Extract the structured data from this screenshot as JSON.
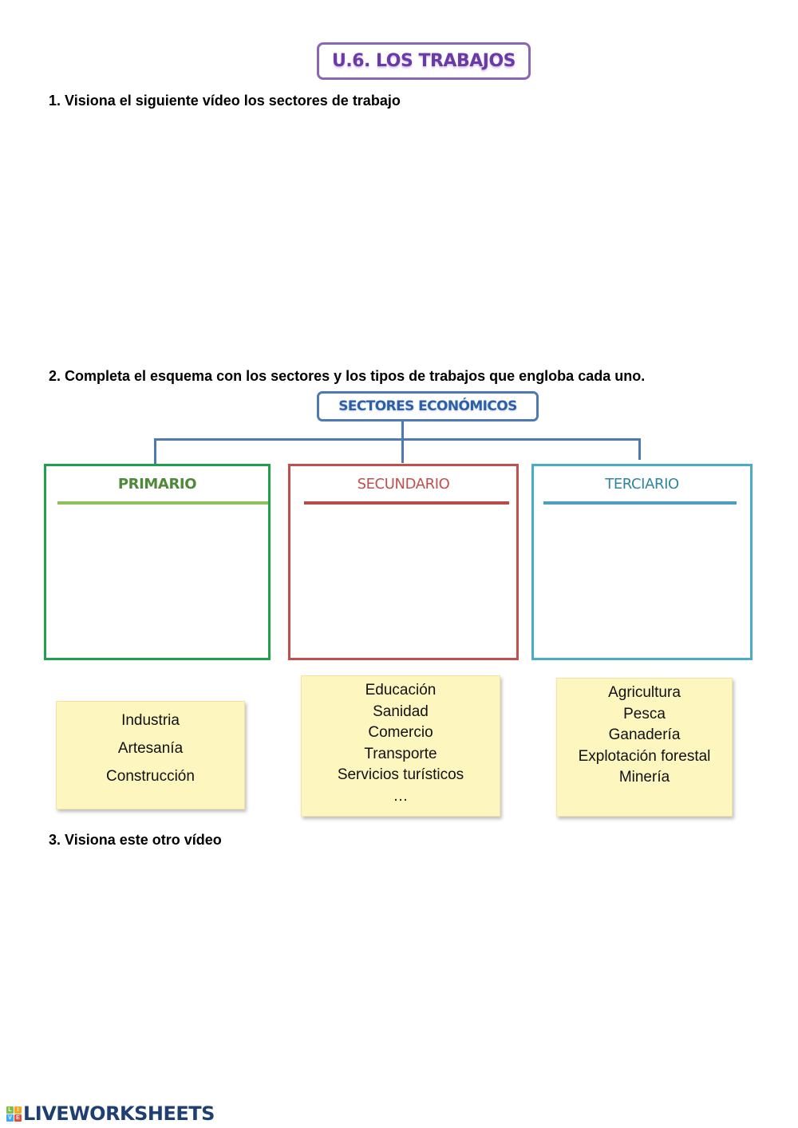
{
  "header": {
    "title": "U.6. LOS TRABAJOS"
  },
  "questions": [
    {
      "label": "1. Visiona el siguiente vídeo los sectores de trabajo"
    },
    {
      "label": "2.  Completa el esquema con los sectores y los tipos de trabajos que engloba cada uno."
    },
    {
      "label": "3. Visiona este otro vídeo"
    }
  ],
  "diagram": {
    "root": "SECTORES ECONÓMICOS",
    "sectors": [
      {
        "label": "PRIMARIO",
        "color": "#1fa04a",
        "text_color": "#4e8a3a",
        "rule_color": "#8fbf5a"
      },
      {
        "label": "SECUNDARIO",
        "color": "#c0504d",
        "text_color": "#c0504d",
        "rule_color": "#b84b48"
      },
      {
        "label": "TERCIARIO",
        "color": "#4bacc6",
        "text_color": "#31859c",
        "rule_color": "#4a9fc0"
      }
    ],
    "line_color": "#4e79b5"
  },
  "cards": [
    {
      "items": [
        "Industria",
        "Artesanía",
        "Construcción"
      ]
    },
    {
      "items": [
        "Educación",
        "Sanidad",
        "Comercio",
        "Transporte",
        "Servicios turísticos",
        "…"
      ]
    },
    {
      "items": [
        "Agricultura",
        "Pesca",
        "Ganadería",
        "Explotación forestal",
        "Minería"
      ]
    }
  ],
  "footer": {
    "brand": "LIVEWORKSHEETS",
    "tiles": [
      "L",
      "I",
      "V",
      "E"
    ],
    "tile_colors": [
      "#7cc242",
      "#f5a623",
      "#3fa9f5",
      "#e84b3c"
    ]
  }
}
